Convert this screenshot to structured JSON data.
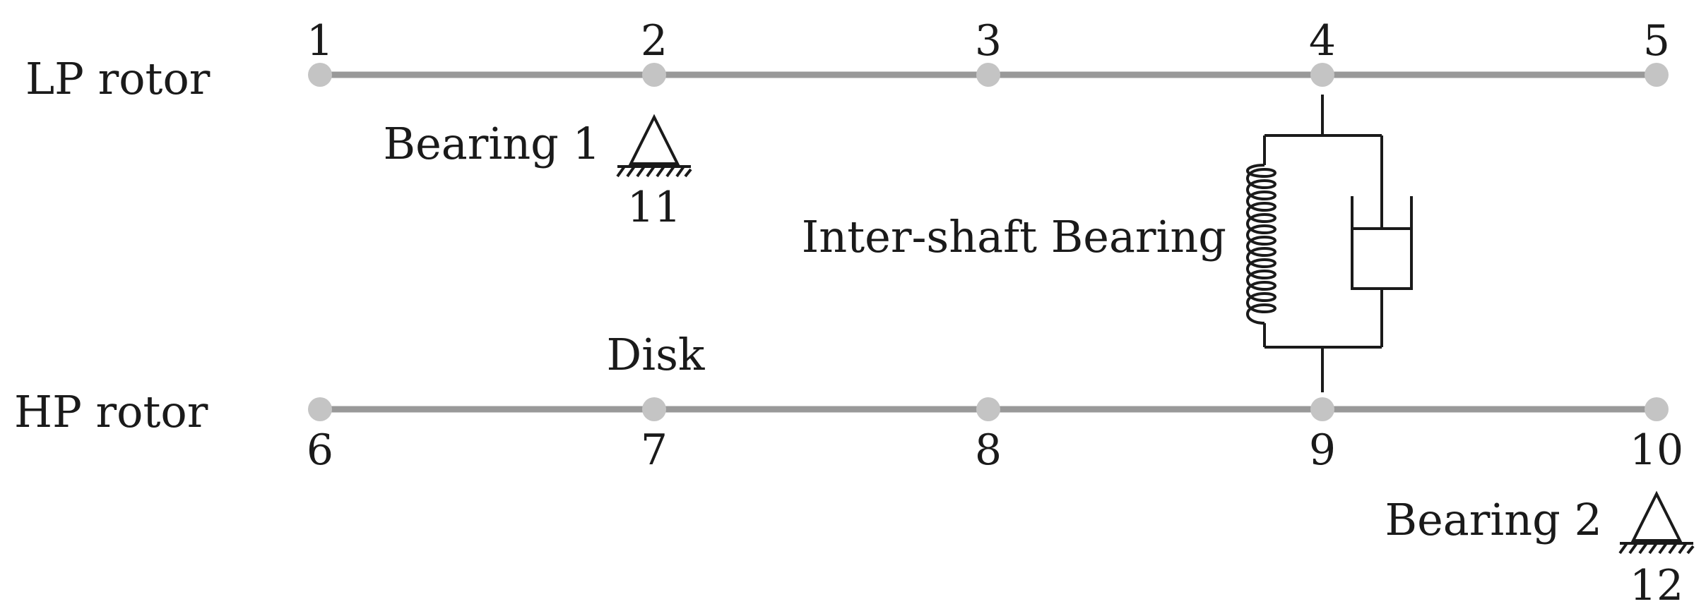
{
  "rotors": {
    "lp": {
      "label": "LP rotor",
      "nodes": [
        "1",
        "2",
        "3",
        "4",
        "5"
      ]
    },
    "hp": {
      "label": "HP rotor",
      "nodes": [
        "6",
        "7",
        "8",
        "9",
        "10"
      ]
    }
  },
  "bearings": {
    "b1": {
      "label": "Bearing 1",
      "node": "11"
    },
    "b2": {
      "label": "Bearing 2",
      "node": "12"
    }
  },
  "inter_shaft": {
    "label": "Inter-shaft Bearing"
  },
  "disk": {
    "label": "Disk"
  },
  "colors": {
    "shaft": "#999999",
    "node": "#c4c4c4",
    "ink": "#1a1a1a"
  }
}
